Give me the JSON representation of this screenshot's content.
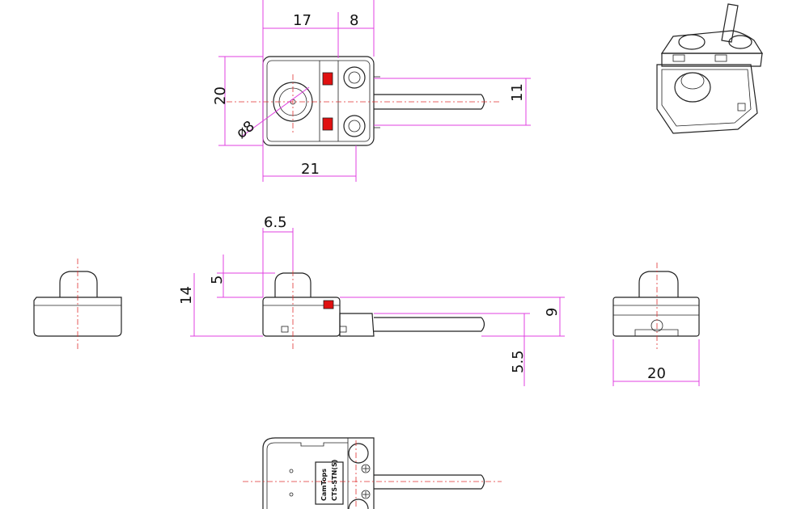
{
  "colors": {
    "outline": "#222222",
    "dimension": "#e040e0",
    "centerline": "#e03030",
    "led": "#e01010"
  },
  "dimensions": {
    "top_width_17": "17",
    "top_width_8": "8",
    "top_height_20": "20",
    "diameter_8": "ø8",
    "lead_spacing_11": "11",
    "overall_length_21": "21",
    "lens_offset_6_5": "6.5",
    "lens_height_5": "5",
    "total_height_14": "14",
    "lead_height_9": "9",
    "lead_offset_5_5": "5.5",
    "side_width_20": "20"
  },
  "label": {
    "brand": "CamTops",
    "model": "CTS-STN(S)"
  }
}
